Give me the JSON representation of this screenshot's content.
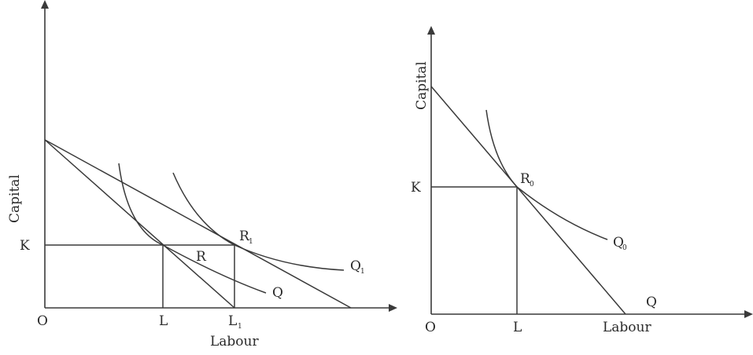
{
  "left_panel": {
    "y_axis_label": "Capital",
    "x_axis_label": "Labour",
    "origin_label": "O",
    "k_label": "K",
    "l_label": "L",
    "l1_label": "L",
    "l1_sub": "1",
    "r_label": "R",
    "r1_label": "R",
    "r1_sub": "1",
    "q_label": "Q",
    "q1_label": "Q",
    "q1_sub": "1"
  },
  "right_panel": {
    "y_axis_label": "Capital",
    "x_axis_label": "Labour",
    "origin_label": "O",
    "k_label": "K",
    "l_label": "L",
    "r_label": "R",
    "r_sub": "0",
    "q_label": "Q",
    "q0_label": "Q",
    "q0_sub": "0"
  }
}
